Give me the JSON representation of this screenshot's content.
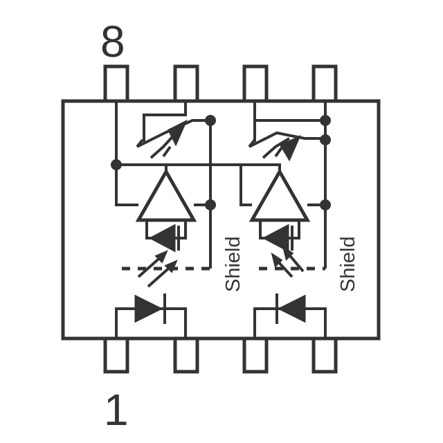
{
  "labels": {
    "pin_top": "8",
    "pin_bottom": "1",
    "shield_left": "Shield",
    "shield_right": "Shield"
  }
}
